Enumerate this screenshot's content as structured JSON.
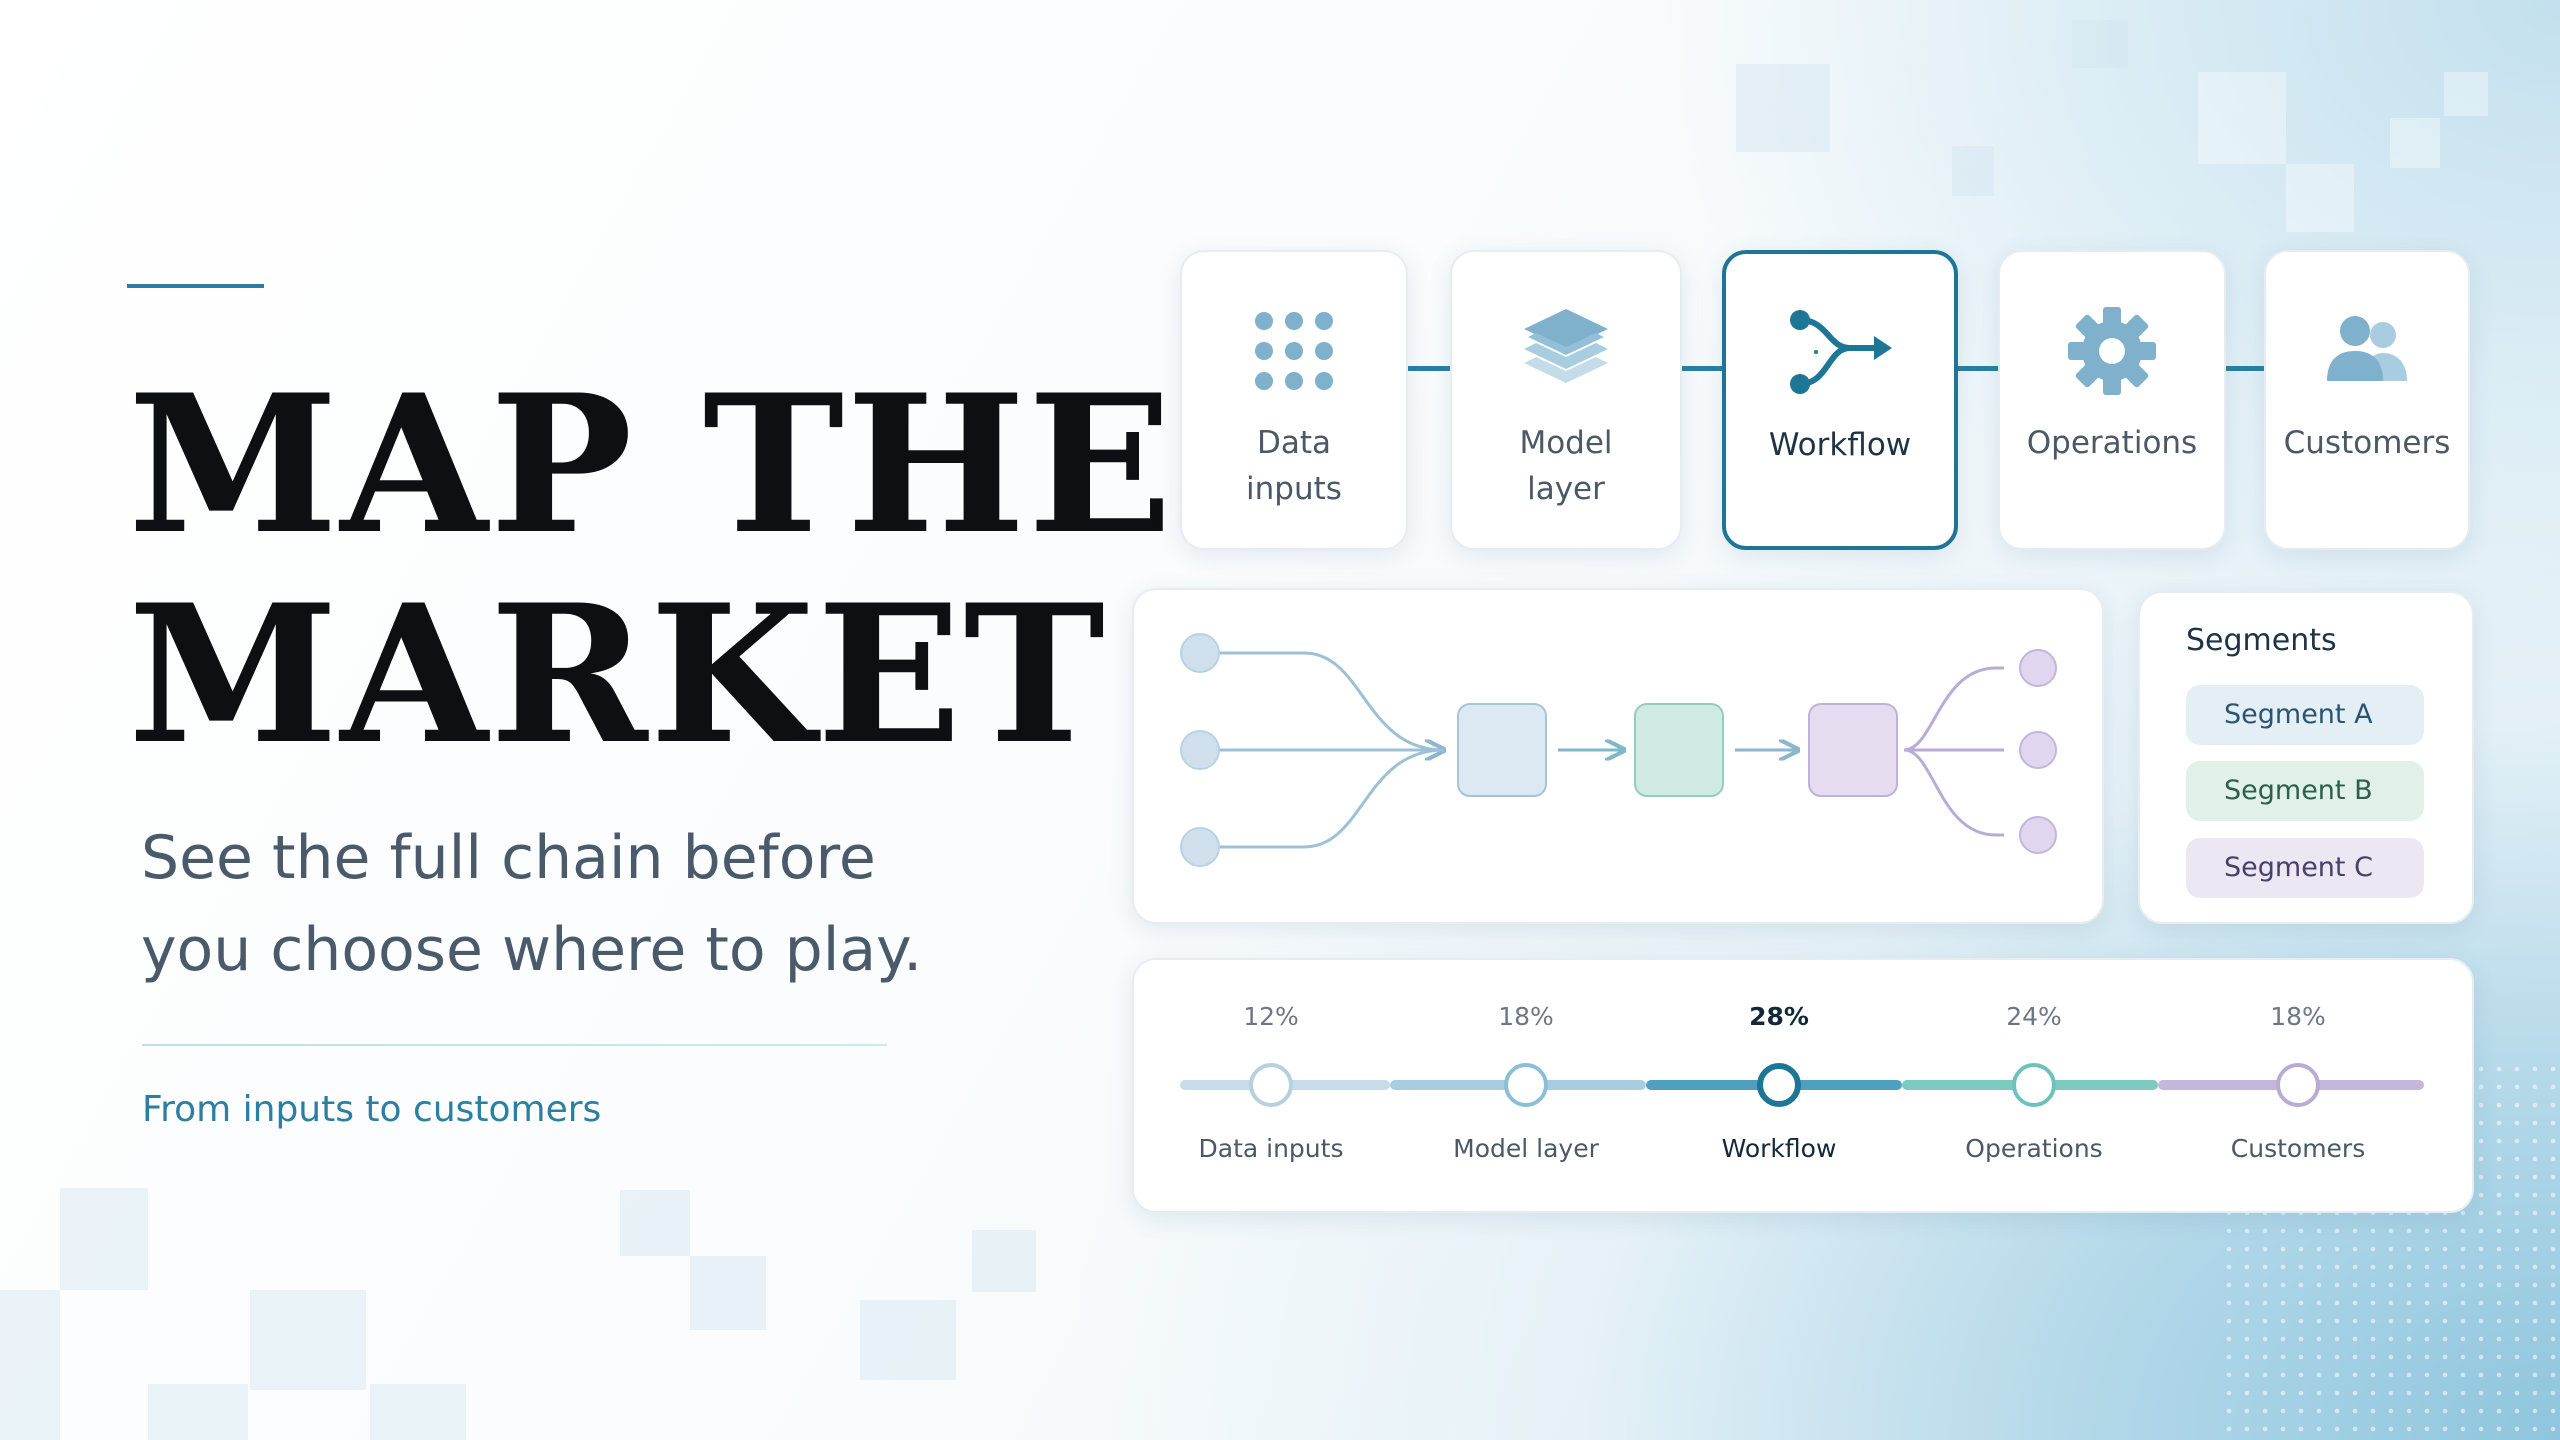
{
  "hero": {
    "headline_line1": "MAP THE",
    "headline_line2": "MARKET",
    "subhead_line1": "See the full chain before",
    "subhead_line2": "you choose where to play.",
    "tagline": "From inputs to customers"
  },
  "steps": [
    {
      "label_line1": "Data",
      "label_line2": "inputs",
      "icon": "grid-dots-icon",
      "active": false
    },
    {
      "label_line1": "Model",
      "label_line2": "layer",
      "icon": "layers-icon",
      "active": false
    },
    {
      "label_line1": "Workflow",
      "label_line2": "",
      "icon": "workflow-branch-icon",
      "active": true
    },
    {
      "label_line1": "Operations",
      "label_line2": "",
      "icon": "gear-icon",
      "active": false
    },
    {
      "label_line1": "Customers",
      "label_line2": "",
      "icon": "users-icon",
      "active": false
    }
  ],
  "segments": {
    "title": "Segments",
    "items": [
      "Segment A",
      "Segment B",
      "Segment C"
    ]
  },
  "value_chain": [
    {
      "stage": "Data inputs",
      "share": "12%"
    },
    {
      "stage": "Model layer",
      "share": "18%"
    },
    {
      "stage": "Workflow",
      "share": "28%"
    },
    {
      "stage": "Operations",
      "share": "24%"
    },
    {
      "stage": "Customers",
      "share": "18%"
    }
  ],
  "colors": {
    "accent": "#1e7696",
    "headline": "#0d0f12",
    "teal": "#6dc3bb",
    "lavender": "#b8acd4",
    "blue_soft": "#b6d0dd"
  }
}
